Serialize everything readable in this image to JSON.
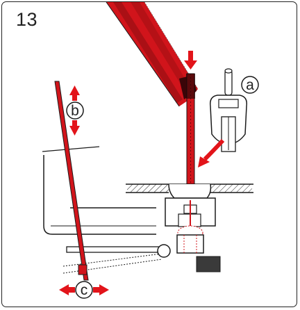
{
  "step": {
    "number": "13"
  },
  "labels": {
    "a": "a",
    "b": "b",
    "c": "c"
  },
  "colors": {
    "thread": "#d1141b",
    "thread_dark": "#7a0a0e",
    "outline": "#1a1a1a",
    "arrow": "#e2141a"
  }
}
